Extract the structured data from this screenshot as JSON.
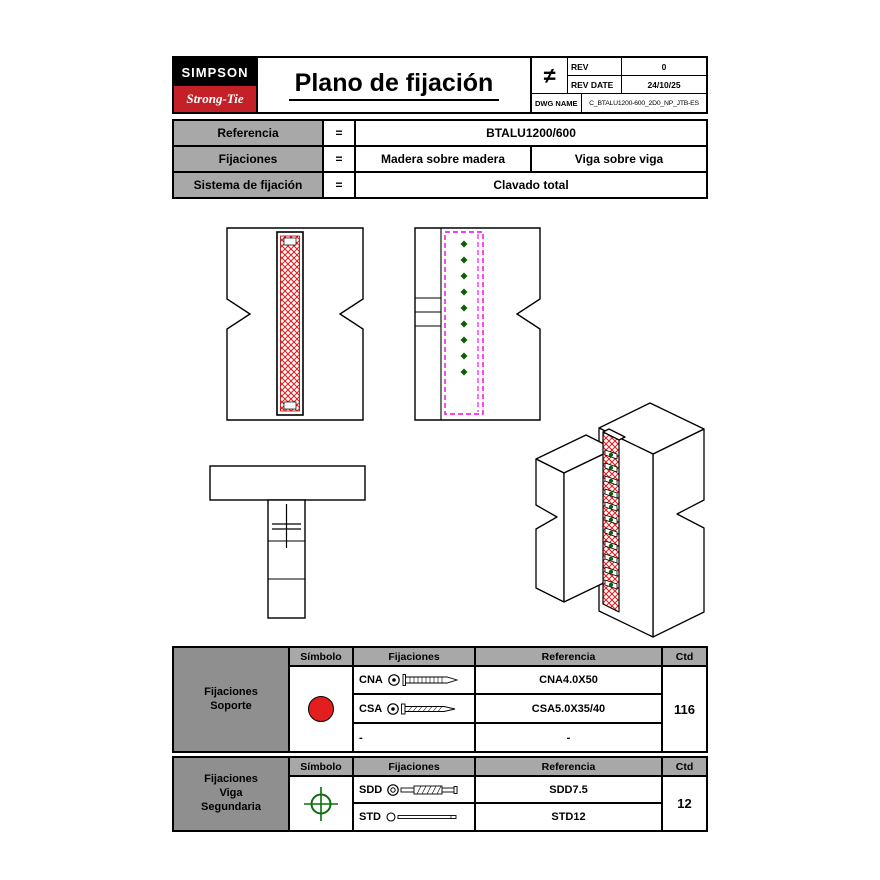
{
  "header": {
    "logo_top": "SIMPSON",
    "logo_bottom": "Strong-Tie",
    "title": "Plano de fijación",
    "projection_symbol": "≠",
    "rev_label": "REV",
    "rev_value": "0",
    "rev_date_label": "REV DATE",
    "rev_date_value": "24/10/25",
    "dwg_label": "DWG NAME",
    "dwg_value": "C_BTALU1200-600_2D0_NP_JTB-ES"
  },
  "spec": {
    "rows": [
      {
        "label": "Referencia",
        "eq": "=",
        "v1": "BTALU1200/600"
      },
      {
        "label": "Fijaciones",
        "eq": "=",
        "v1": "Madera sobre madera",
        "v2": "Viga sobre viga"
      },
      {
        "label": "Sistema de fijación",
        "eq": "=",
        "v1": "Clavado total"
      }
    ]
  },
  "support_table": {
    "group_label": "Fijaciones\nSoporte",
    "headers": {
      "symbol": "Símbolo",
      "fixings": "Fijaciones",
      "reference": "Referencia",
      "qty": "Ctd"
    },
    "symbol": "red-circle",
    "rows": [
      {
        "code": "CNA",
        "ref": "CNA4.0X50"
      },
      {
        "code": "CSA",
        "ref": "CSA5.0X35/40"
      },
      {
        "code": "-",
        "ref": "-"
      }
    ],
    "qty": "116"
  },
  "secondary_table": {
    "group_label": "Fijaciones\nViga\nSegundaria",
    "headers": {
      "symbol": "Símbolo",
      "fixings": "Fijaciones",
      "reference": "Referencia",
      "qty": "Ctd"
    },
    "symbol": "green-crosshair",
    "rows": [
      {
        "code": "SDD",
        "ref": "SDD7.5"
      },
      {
        "code": "STD",
        "ref": "STD12"
      }
    ],
    "qty": "12"
  },
  "colors": {
    "accent_red": "#e31e1e",
    "logo_red": "#c32127",
    "green": "#0b5e0b",
    "magenta": "#ee00ee",
    "gray_header": "#a8a8a8",
    "gray_group": "#8f8f8f"
  }
}
